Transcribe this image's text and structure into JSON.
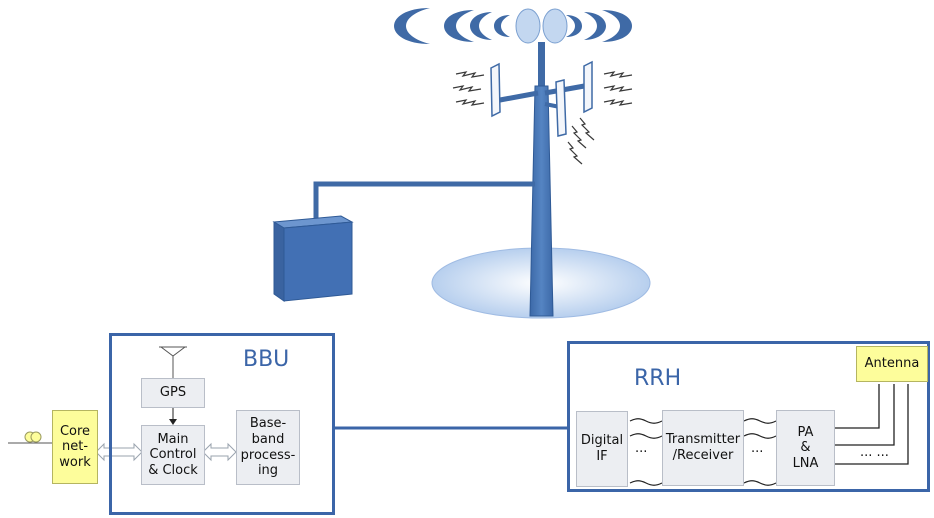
{
  "bbu": {
    "title": "BBU",
    "gps": "GPS",
    "main_control": "Main\nControl\n& Clock",
    "baseband": "Base-\nband\nprocess-\ning"
  },
  "core": {
    "label": "Core\nnet-\nwork"
  },
  "rrh": {
    "title": "RRH",
    "digital_if": "Digital\nIF",
    "trx": "Transmitter\n/Receiver",
    "pa_lna": "PA\n&\nLNA",
    "antenna": "Antenna",
    "dots_short": "...",
    "dots_long": "... ..."
  },
  "colors": {
    "frame": "#3b65a8",
    "tower": "#4a78b6",
    "cabinet": "#4270b4",
    "highlight": "#fdfd9b",
    "block": "#eceef2"
  },
  "icons": [
    "cell-tower-icon",
    "radio-wave-icon",
    "antenna-panel-icon",
    "cabinet-icon",
    "gps-antenna-icon",
    "fiber-coil-icon",
    "double-arrow-icon"
  ]
}
